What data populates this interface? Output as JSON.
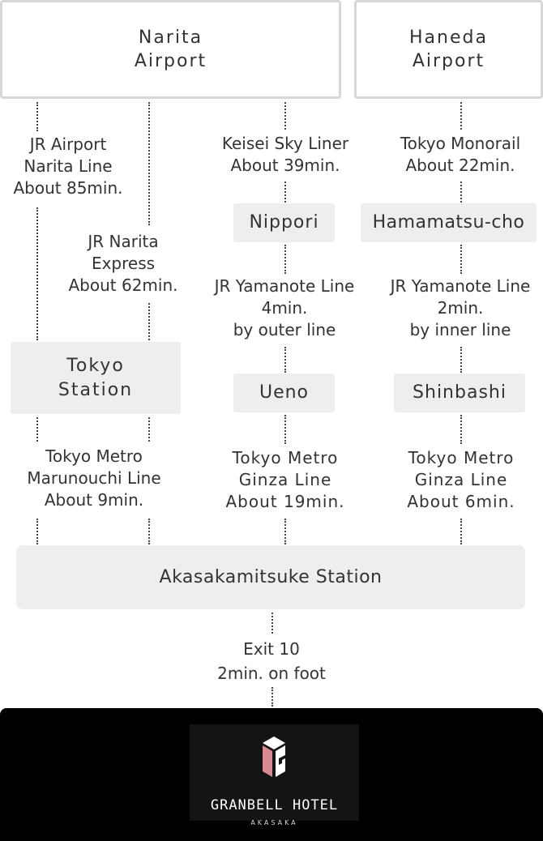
{
  "airports": {
    "narita": [
      "Narita",
      "Airport"
    ],
    "haneda": [
      "Haneda",
      "Airport"
    ]
  },
  "routes": {
    "jr_airport_narita": [
      "JR Airport",
      "Narita Line",
      "About 85min."
    ],
    "jr_narita_express": [
      "JR Narita",
      "Express",
      "About 62min."
    ],
    "keisei_sky_liner": [
      "Keisei Sky Liner",
      "About 39min."
    ],
    "tokyo_monorail": [
      "Tokyo Monorail",
      "About 22min."
    ],
    "yamanote_outer": [
      "JR Yamanote Line",
      "4min.",
      "by outer line"
    ],
    "yamanote_inner": [
      "JR Yamanote Line",
      "2min.",
      "by inner line"
    ],
    "marunouchi": [
      "Tokyo Metro",
      "Marunouchi Line",
      "About 9min."
    ],
    "ginza_19": [
      "Tokyo Metro",
      "Ginza Line",
      "About 19min."
    ],
    "ginza_6": [
      "Tokyo Metro",
      "Ginza Line",
      "About 6min."
    ],
    "exit": [
      "Exit 10",
      "2min. on foot"
    ]
  },
  "stations": {
    "nippori": "Nippori",
    "hamamatsucho": "Hamamatsu-cho",
    "tokyo": [
      "Tokyo",
      "Station"
    ],
    "ueno": "Ueno",
    "shinbashi": "Shinbashi",
    "akasakamitsuke": "Akasakamitsuke Station"
  },
  "hotel": {
    "name": "GRANBELL HOTEL",
    "location": "AKASAKA",
    "logo_colors": {
      "pink": "#d98a93",
      "white": "#ffffff"
    }
  }
}
